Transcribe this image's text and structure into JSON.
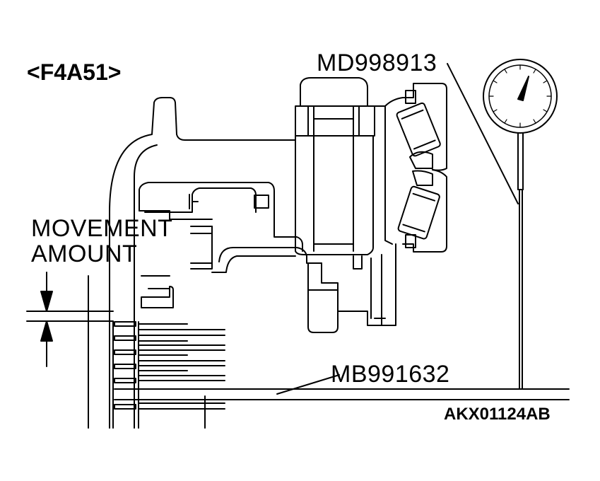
{
  "diagram": {
    "model_label": "<F4A51>",
    "tool_label_top": "MD998913",
    "tool_label_bottom": "MB991632",
    "movement_label_line1": "MOVEMENT",
    "movement_label_line2": "AMOUNT",
    "figure_code": "AKX01124AB",
    "ink_color": "#000000",
    "background_color": "#ffffff"
  }
}
